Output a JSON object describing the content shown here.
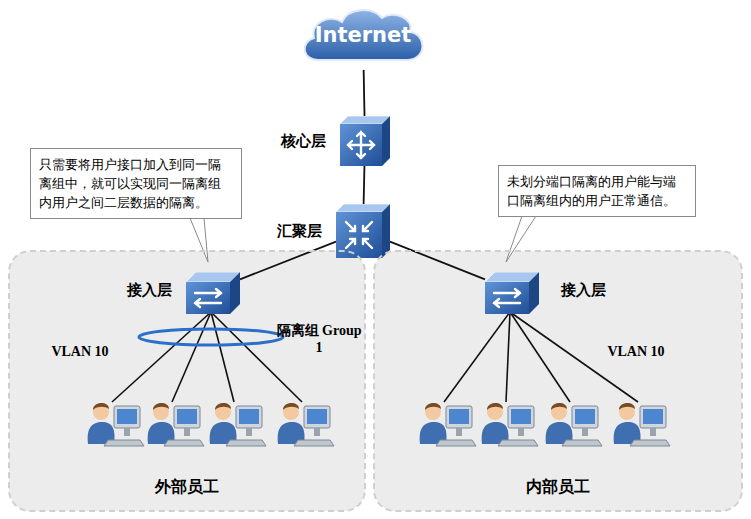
{
  "diagram": {
    "nodes": [
      {
        "text": [
          "Internet"
        ]
      },
      {
        "text": [
          "核心层"
        ]
      },
      {
        "text": [
          "汇聚层"
        ]
      },
      {
        "text": [
          "只需要将用户接口加入到同一隔离组中，就可以实现同一隔离组内用户之间二层数据的隔离。"
        ]
      },
      {
        "text": [
          "未划分端口隔离的用户能与端口隔离组内的用户正常通信。"
        ]
      },
      {
        "text": [
          "外部员工"
        ]
      },
      {
        "text": [
          "接入层"
        ],
        "in": 5
      },
      {
        "text": [
          "内部员工"
        ]
      },
      {
        "text": [
          "接入层"
        ],
        "in": 7
      }
    ],
    "edges": [
      {
        "from": 0,
        "to": 1,
        "arrow": "none"
      },
      {
        "from": 1,
        "to": 2,
        "arrow": "none"
      },
      {
        "from": 2,
        "to": 6,
        "arrow": "none"
      },
      {
        "from": 2,
        "to": 8,
        "arrow": "none"
      }
    ],
    "labels": [
      "VLAN 10",
      "隔离组 Group 1",
      "VLAN 10"
    ]
  }
}
